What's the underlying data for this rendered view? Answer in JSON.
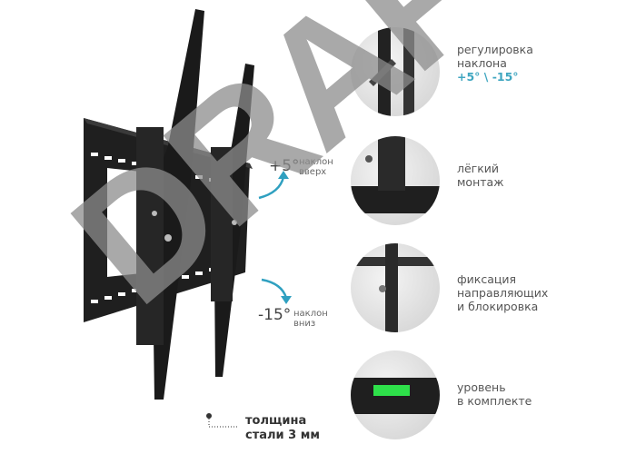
{
  "tilt_up": {
    "value": "+5°",
    "label_line1": "наклон",
    "label_line2": "вверх"
  },
  "tilt_down": {
    "value": "-15°",
    "label_line1": "наклон",
    "label_line2": "вниз"
  },
  "features": [
    {
      "line1": "регулировка",
      "line2": "наклона",
      "accent": "+5° \\ -15°"
    },
    {
      "line1": "лёгкий",
      "line2": "монтаж"
    },
    {
      "line1": "фиксация",
      "line2": "направляющих",
      "line3": "и блокировка"
    },
    {
      "line1": "уровень",
      "line2": "в комплекте"
    }
  ],
  "thickness": {
    "line1": "толщина",
    "line2": "стали 3 мм"
  },
  "watermark": "DRAFT",
  "colors": {
    "accent": "#3fa6c0",
    "metal": "#1e1e1e"
  }
}
